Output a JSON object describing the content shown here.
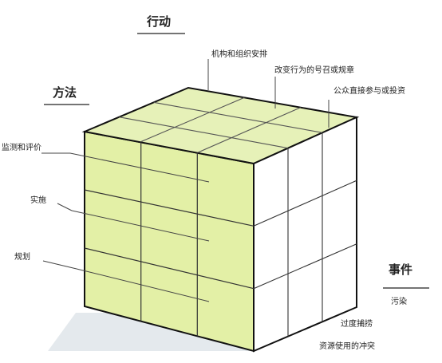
{
  "diagram": {
    "axis_top": "行动",
    "axis_left": "方法",
    "axis_right": "事件",
    "top_labels": [
      "机构和组织安排",
      "改变行为的号召或规章",
      "公众直接参与或投资"
    ],
    "left_labels": [
      "监测和评价",
      "实施",
      "规划"
    ],
    "right_labels": [
      "污染",
      "过度捕捞",
      "资源使用的冲突"
    ],
    "colors": {
      "front_face": "#e3f0a6",
      "top_face": "#e6f1b8",
      "side_face": "#ffffff",
      "edge": "#111111",
      "grid_line": "#333333",
      "leader_line": "#444444"
    }
  }
}
